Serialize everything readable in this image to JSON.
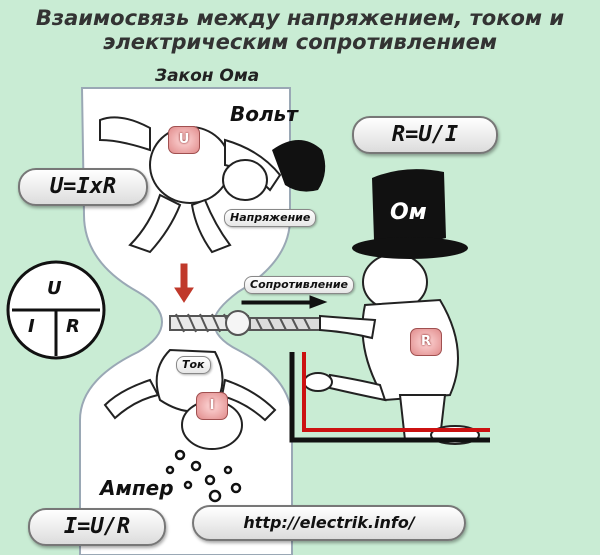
{
  "title_line1": "Взаимосвязь между напряжением, током и",
  "title_line2": "электрическим сопротивлением",
  "subtitle": "Закон Ома",
  "formulas": {
    "resistance": "R=U/I",
    "voltage": "U=IxR",
    "current": "I=U/R"
  },
  "url": "http://electrik.info/",
  "characters": {
    "volt": "Вольт",
    "ampere": "Ампер",
    "ohm": "Ом"
  },
  "tags": {
    "voltage": "Напряжение",
    "resistance": "Сопротивление",
    "current": "Ток"
  },
  "badges": {
    "u": "U",
    "i": "I",
    "r": "R"
  },
  "triangle": {
    "top": "U",
    "bottom_left": "I",
    "bottom_right": "R"
  },
  "colors": {
    "background": "#c9ecd4",
    "tube": "#ffffff",
    "arrow_down": "#c0392b",
    "ground_red": "#cc1111"
  }
}
